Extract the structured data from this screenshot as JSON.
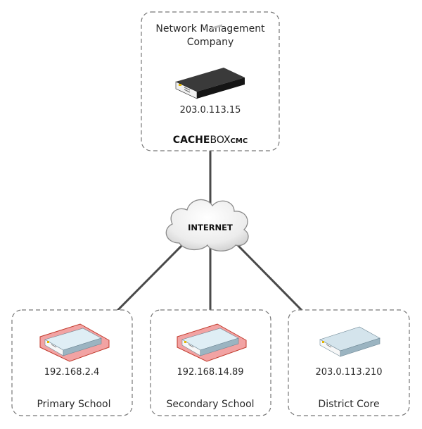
{
  "top": {
    "title_line1": "Network Management",
    "title_line2": "Company",
    "ip": "203.0.113.15",
    "brand_bold": "CACHE",
    "brand_regular": "BOX",
    "brand_suffix": "CMC"
  },
  "cloud": {
    "label": "INTERNET"
  },
  "sites": [
    {
      "ip": "192.168.2.4",
      "name": "Primary School",
      "highlighted": true
    },
    {
      "ip": "192.168.14.89",
      "name": "Secondary School",
      "highlighted": true
    },
    {
      "ip": "203.0.113.210",
      "name": "District Core",
      "highlighted": false
    }
  ],
  "colors": {
    "highlight_fill": "#f2a3a3",
    "highlight_stroke": "#c0392b",
    "device_light": "#cfe0ea",
    "device_dark": "#1e1e1e",
    "link": "#4a4a4a",
    "border": "#777777"
  }
}
